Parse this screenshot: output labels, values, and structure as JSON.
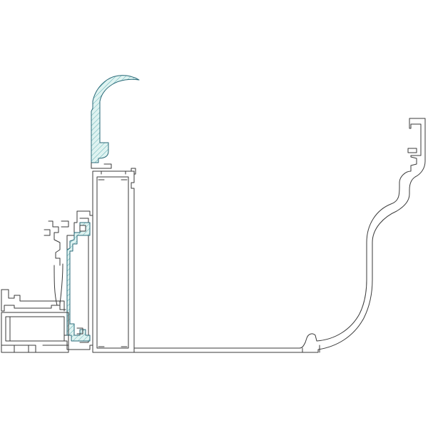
{
  "drawing": {
    "type": "profile-cross-section",
    "colors": {
      "background": "#ffffff",
      "outline": "#3a3a3a",
      "hatch_fill": "#dff3f1",
      "hatch_line": "#5fb0b5",
      "hatch_outline": "#2a6a78"
    },
    "parts": [
      {
        "name": "gutter-profile"
      },
      {
        "name": "top-clip"
      },
      {
        "name": "main-mullion"
      },
      {
        "name": "upright-profile"
      },
      {
        "name": "hatched-gasket-lower"
      },
      {
        "name": "left-frame"
      },
      {
        "name": "bottom-box-section"
      }
    ]
  }
}
